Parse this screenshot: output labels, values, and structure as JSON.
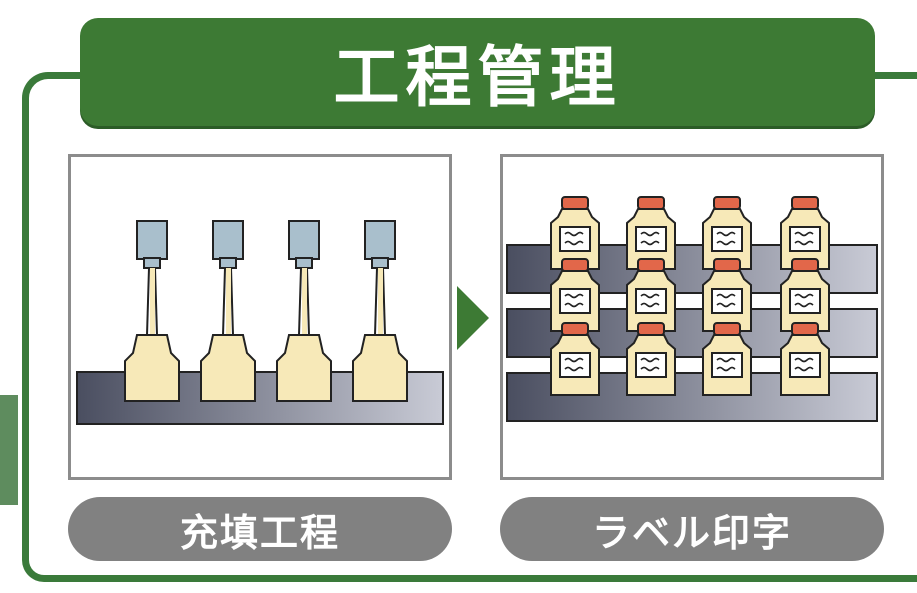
{
  "title": "工程管理",
  "steps": [
    {
      "label": "充填工程",
      "icon": "filling-machine-illustration"
    },
    {
      "label": "ラベル印字",
      "icon": "labeled-bottles-illustration"
    }
  ],
  "arrow_icon": "right-arrow-icon",
  "colors": {
    "green": "#3d7a34",
    "gray_pill": "#818181",
    "bottle_fill": "#f7e9b8",
    "cap": "#e2674a",
    "nozzle": "#a9bfcc",
    "conveyor": "#5b5f70"
  }
}
